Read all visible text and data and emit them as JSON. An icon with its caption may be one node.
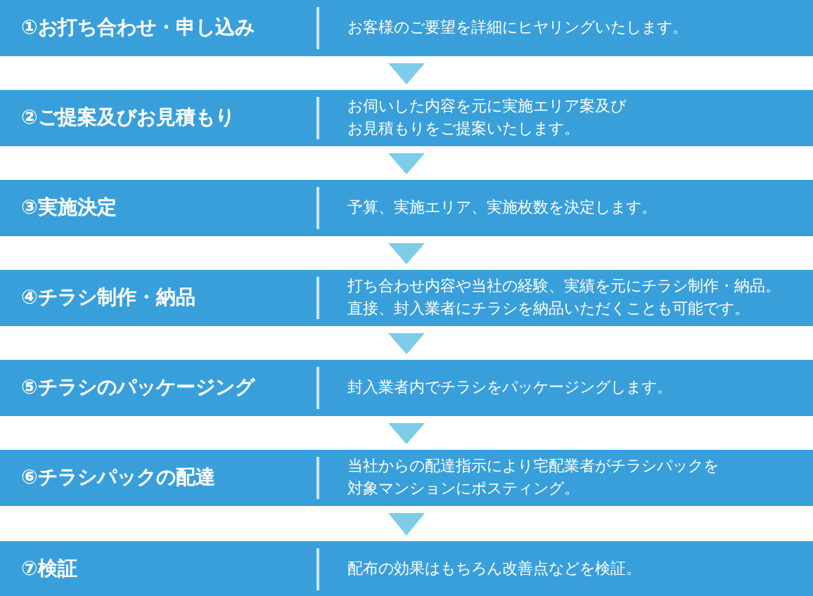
{
  "diagram": {
    "nodes": [
      {
        "text": [
          "①お打ち合わせ・申し込み",
          "お客様のご要望を詳細にヒヤリングいたします。"
        ]
      },
      {
        "text": [
          "②ご提案及びお見積もり",
          "お伺いした内容を元に実施エリア案及びお見積もりをご提案いたします。"
        ]
      },
      {
        "text": [
          "③実施決定",
          "予算、実施エリア、実施枚数を決定します。"
        ]
      },
      {
        "text": [
          "④チラシ制作・納品",
          "打ち合わせ内容や当社の経験、実績を元にチラシ制作・納品。直接、封入業者にチラシを納品いただくことも可能です。"
        ]
      },
      {
        "text": [
          "⑤チラシのパッケージング",
          "封入業者内でチラシをパッケージングします。"
        ]
      },
      {
        "text": [
          "⑥チラシパックの配達",
          "当社からの配達指示により宅配業者がチラシパックを対象マンションにポスティング。"
        ]
      },
      {
        "text": [
          "⑦検証",
          "配布の効果はもちろん改善点などを検証。"
        ]
      }
    ],
    "edges": [
      {
        "from": 0,
        "to": 1,
        "arrow": "to"
      },
      {
        "from": 1,
        "to": 2,
        "arrow": "to"
      },
      {
        "from": 2,
        "to": 3,
        "arrow": "to"
      },
      {
        "from": 3,
        "to": 4,
        "arrow": "to"
      },
      {
        "from": 4,
        "to": 5,
        "arrow": "to"
      },
      {
        "from": 5,
        "to": 6,
        "arrow": "to"
      }
    ]
  }
}
